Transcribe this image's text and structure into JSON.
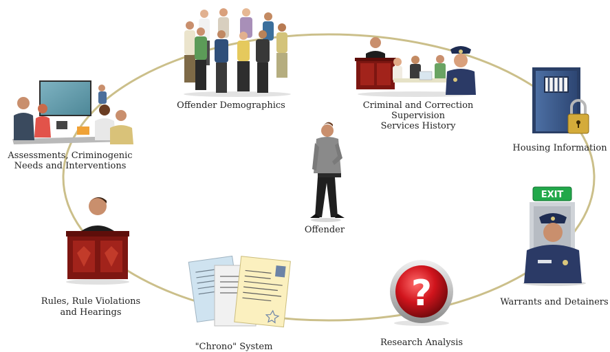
{
  "center": {
    "label": "Offender",
    "icon": "offender-person-icon"
  },
  "nodes": [
    {
      "id": "demographics",
      "label_lines": [
        "Offender Demographics"
      ],
      "icon": "crowd-people-icon"
    },
    {
      "id": "criminal-history",
      "label_lines": [
        "Criminal and Correction",
        "Supervision",
        "Services History"
      ],
      "icon": "courtroom-police-icon"
    },
    {
      "id": "housing",
      "label_lines": [
        "Housing Information"
      ],
      "icon": "locked-jail-door-icon"
    },
    {
      "id": "warrants",
      "label_lines": [
        "Warrants and Detainers"
      ],
      "icon": "police-officer-exit-door-icon"
    },
    {
      "id": "research",
      "label_lines": [
        "Research Analysis"
      ],
      "icon": "question-mark-button-icon"
    },
    {
      "id": "chrono",
      "label_lines": [
        "\"Chrono\" System"
      ],
      "icon": "documents-stack-icon"
    },
    {
      "id": "rules",
      "label_lines": [
        "Rules, Rule Violations",
        "and Hearings"
      ],
      "icon": "judge-podium-icon"
    },
    {
      "id": "assessments",
      "label_lines": [
        "Assessments, Criminogenic",
        "Needs and Interventions"
      ],
      "icon": "meeting-presentation-icon"
    }
  ],
  "colors": {
    "ring": "#cbbf8a",
    "wood": "#8b1a14",
    "uniform": "#2b3a66",
    "red_button": "#c8161d",
    "text": "#222222"
  }
}
